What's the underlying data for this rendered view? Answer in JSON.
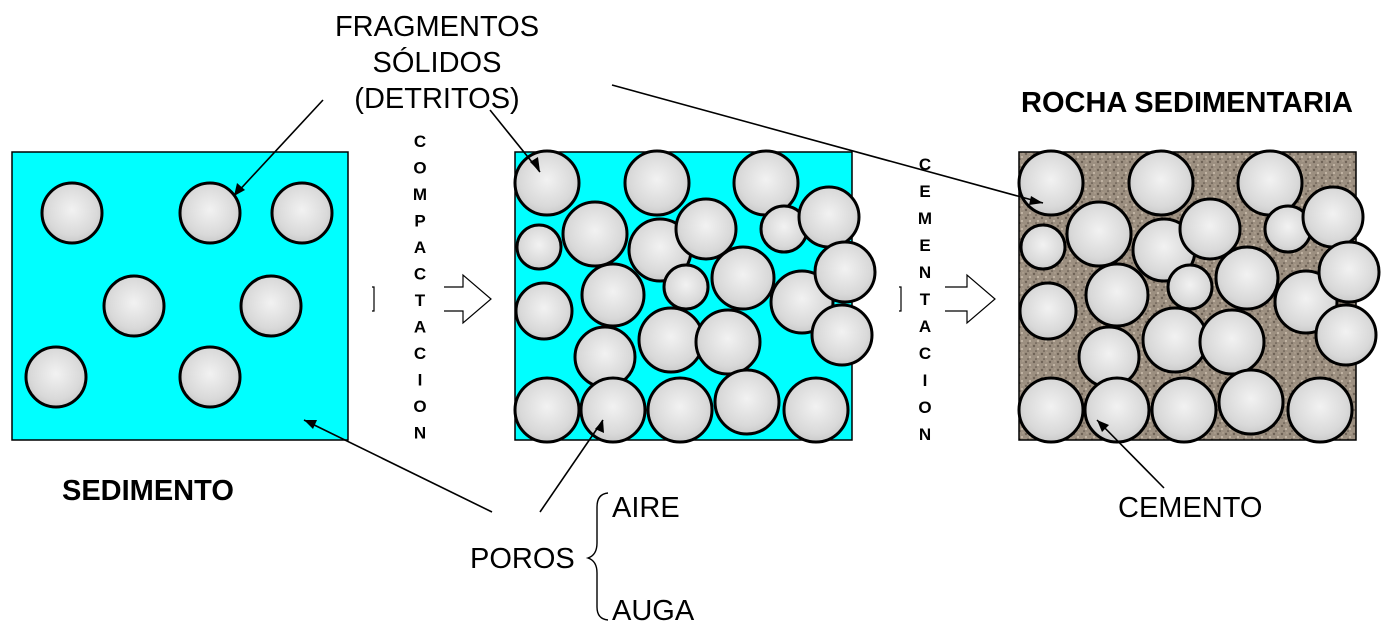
{
  "labels": {
    "fragmentos": [
      "FRAGMENTOS",
      "SÓLIDOS",
      "(DETRITOS)"
    ],
    "sedimento": "SEDIMENTO",
    "rocha": "ROCHA SEDIMENTARIA",
    "poros": "POROS",
    "aire": "AIRE",
    "auga": "AUGA",
    "cemento": "CEMENTO"
  },
  "steps": {
    "compactacion": "COMPACTACION",
    "cementacion": "CEMENTACION"
  },
  "colors": {
    "water": "#00ffff",
    "grain": "#d8d8d8",
    "cement": "#9a8c7c"
  }
}
